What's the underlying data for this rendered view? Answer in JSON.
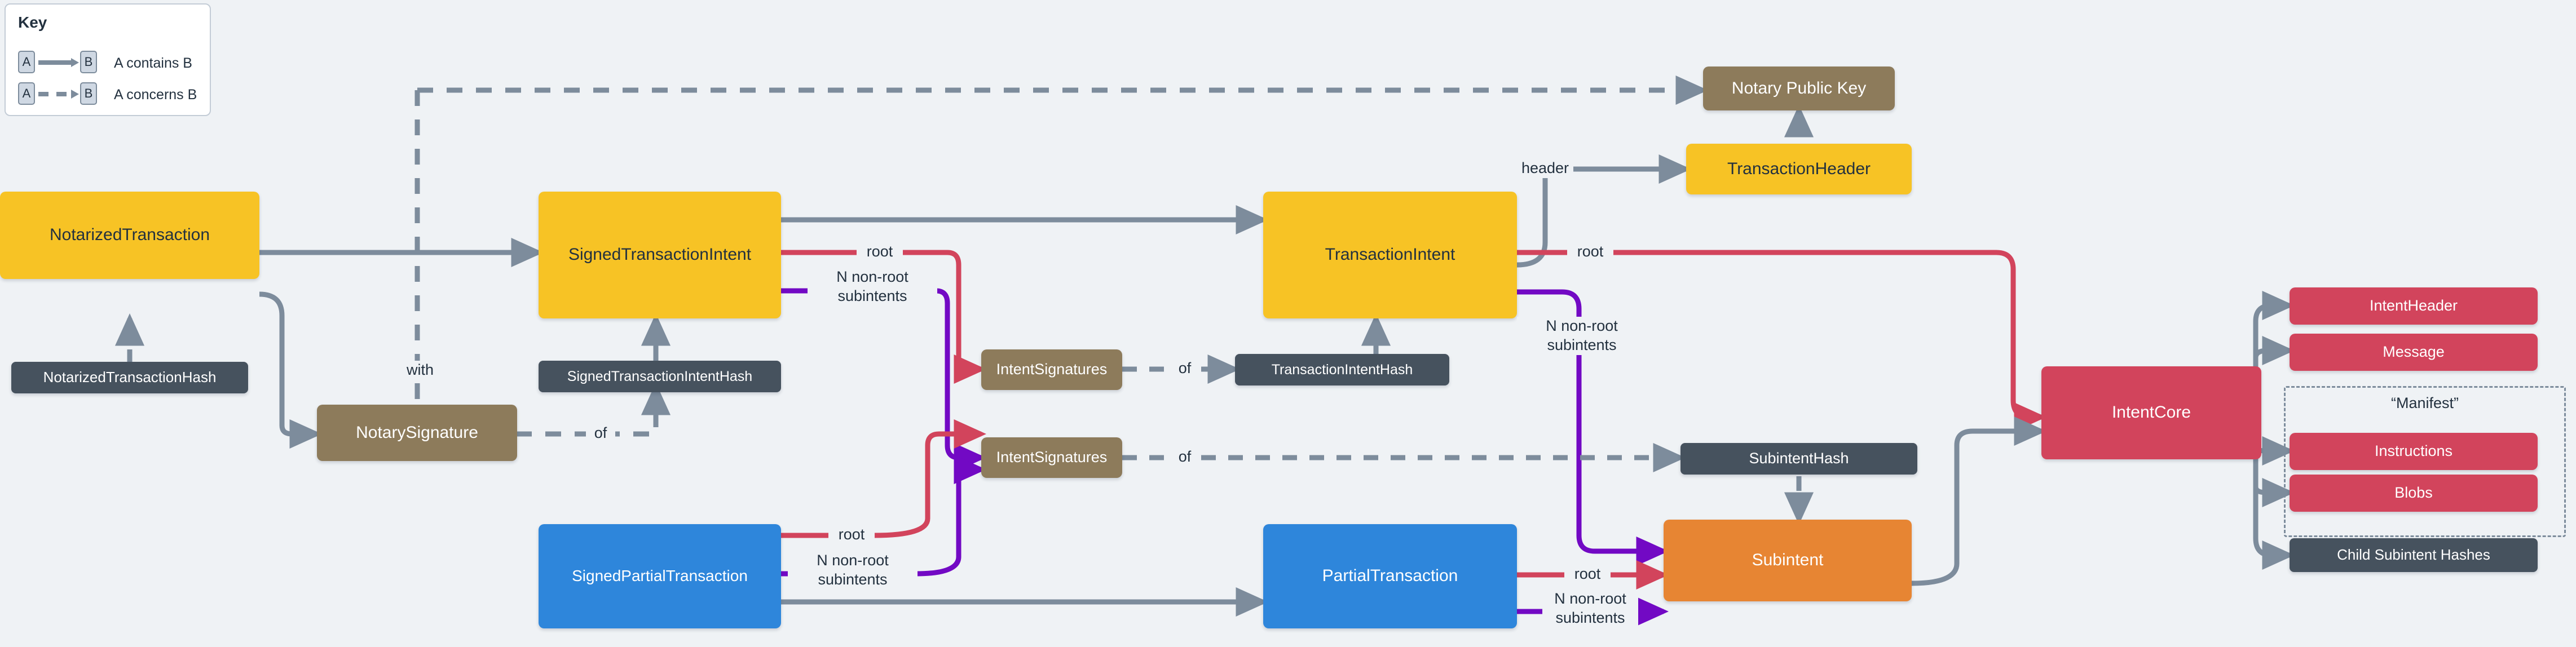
{
  "key": {
    "title": "Key",
    "rows": [
      {
        "a": "A",
        "b": "B",
        "text": "A contains B",
        "style": "solid",
        "icon": "arrow-solid-icon"
      },
      {
        "a": "A",
        "b": "B",
        "text": "A concerns B",
        "style": "dashed",
        "icon": "arrow-dashed-icon"
      }
    ]
  },
  "colors": {
    "background": "#eff2f5",
    "yellow": "#f7c325",
    "crimson": "#d2445c",
    "blue": "#2e86db",
    "orange": "#e78533",
    "brown": "#8d7b5b",
    "slate": "#46525e",
    "edge_gray": "#7d8c9c",
    "edge_red": "#d2445c",
    "edge_purple": "#7209c4"
  },
  "nodes": [
    {
      "id": "notarized-transaction",
      "label": "NotarizedTransaction",
      "kind": "yellow"
    },
    {
      "id": "notarized-transaction-hash",
      "label": "NotarizedTransactionHash",
      "kind": "slate"
    },
    {
      "id": "notary-signature",
      "label": "NotarySignature",
      "kind": "brown"
    },
    {
      "id": "signed-transaction-intent",
      "label": "SignedTransactionIntent",
      "kind": "yellow"
    },
    {
      "id": "signed-transaction-intent-hash",
      "label": "SignedTransactionIntentHash",
      "kind": "slate"
    },
    {
      "id": "intent-signatures-top",
      "label": "IntentSignatures",
      "kind": "brown"
    },
    {
      "id": "intent-signatures-bottom",
      "label": "IntentSignatures",
      "kind": "brown"
    },
    {
      "id": "transaction-intent-hash",
      "label": "TransactionIntentHash",
      "kind": "slate"
    },
    {
      "id": "transaction-intent",
      "label": "TransactionIntent",
      "kind": "yellow"
    },
    {
      "id": "transaction-header",
      "label": "TransactionHeader",
      "kind": "yellow"
    },
    {
      "id": "notary-public-key",
      "label": "Notary Public Key",
      "kind": "brown"
    },
    {
      "id": "subintent-hash",
      "label": "SubintentHash",
      "kind": "slate"
    },
    {
      "id": "signed-partial-transaction",
      "label": "SignedPartialTransaction",
      "kind": "blue"
    },
    {
      "id": "partial-transaction",
      "label": "PartialTransaction",
      "kind": "blue"
    },
    {
      "id": "subintent",
      "label": "Subintent",
      "kind": "orange"
    },
    {
      "id": "intent-core",
      "label": "IntentCore",
      "kind": "crimson"
    },
    {
      "id": "intent-header",
      "label": "IntentHeader",
      "kind": "crimson"
    },
    {
      "id": "message",
      "label": "Message",
      "kind": "crimson"
    },
    {
      "id": "instructions",
      "label": "Instructions",
      "kind": "crimson"
    },
    {
      "id": "blobs",
      "label": "Blobs",
      "kind": "crimson"
    },
    {
      "id": "child-subintent-hashes",
      "label": "Child Subintent Hashes",
      "kind": "slate"
    }
  ],
  "group": {
    "manifest_label": "“Manifest”"
  },
  "edge_labels": {
    "with": "with",
    "of_1": "of",
    "of_2": "of",
    "of_3": "of",
    "header": "header",
    "root_1": "root",
    "root_2": "root",
    "root_3": "root",
    "root_4": "root",
    "nonroot_1": "N non-root\nsubintents",
    "nonroot_2": "N non-root\nsubintents",
    "nonroot_3": "N non-root\nsubintents",
    "nonroot_4": "N non-root\nsubintents"
  }
}
